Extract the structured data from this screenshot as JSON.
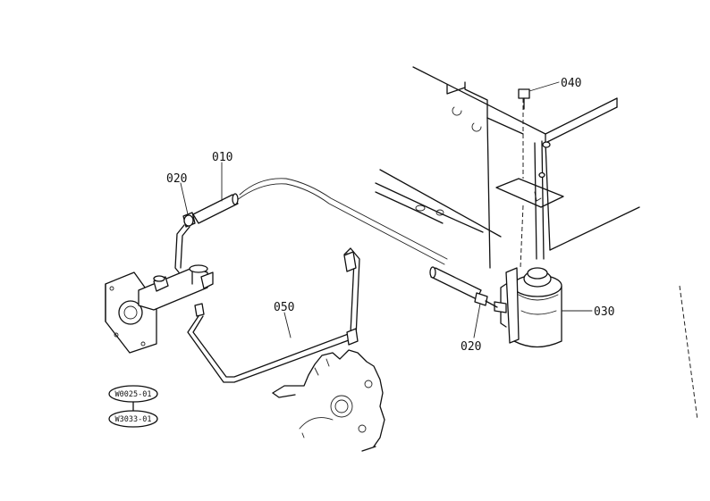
{
  "parts": {
    "p010": "010",
    "p020a": "020",
    "p020b": "020",
    "p030": "030",
    "p040": "040",
    "p050": "050"
  },
  "codes": {
    "top": "W0025-01",
    "bottom": "W3033-01"
  }
}
